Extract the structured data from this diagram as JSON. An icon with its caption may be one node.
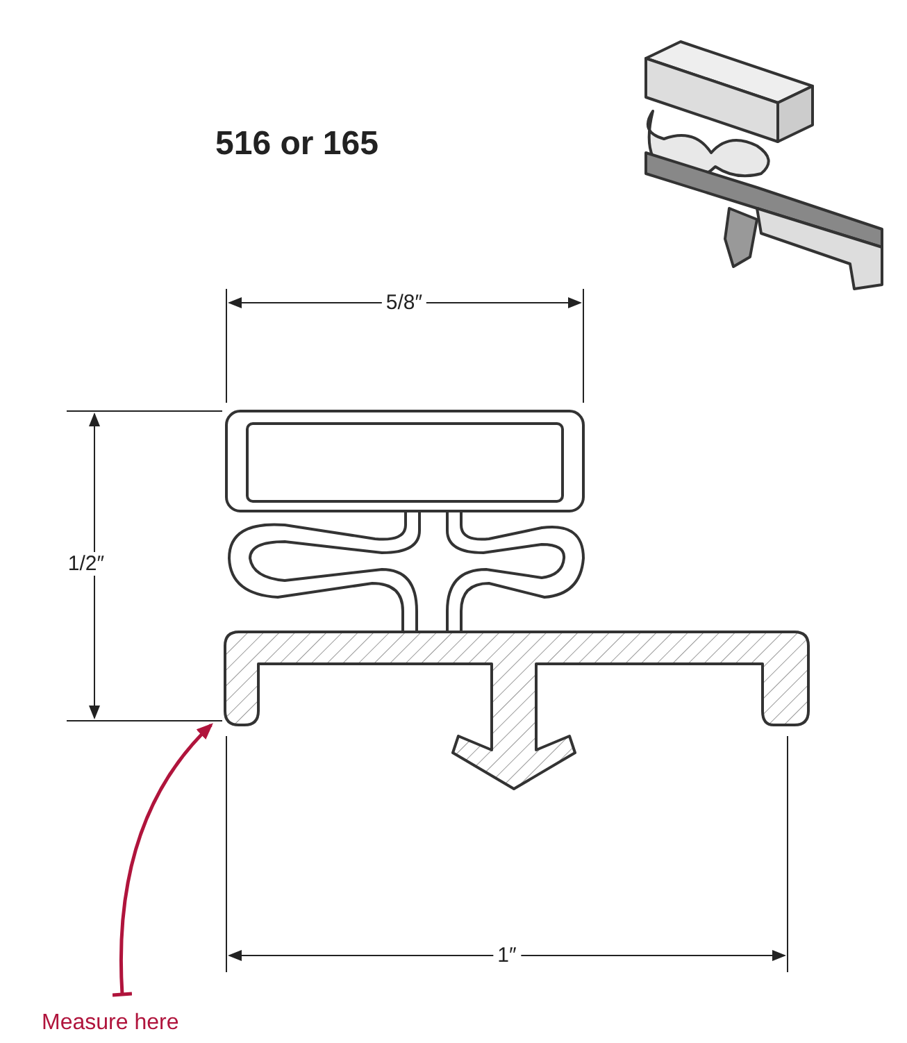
{
  "diagram": {
    "title": "516 or 165",
    "nodes": [
      {
        "text": [
          "Measure here"
        ]
      },
      {
        "text": [],
        "shape": "picture"
      }
    ],
    "edges": [
      {
        "from": 0,
        "to": 1,
        "arrow": "to"
      }
    ],
    "labels": [
      "5/8″",
      "1/2″",
      "1″"
    ]
  }
}
